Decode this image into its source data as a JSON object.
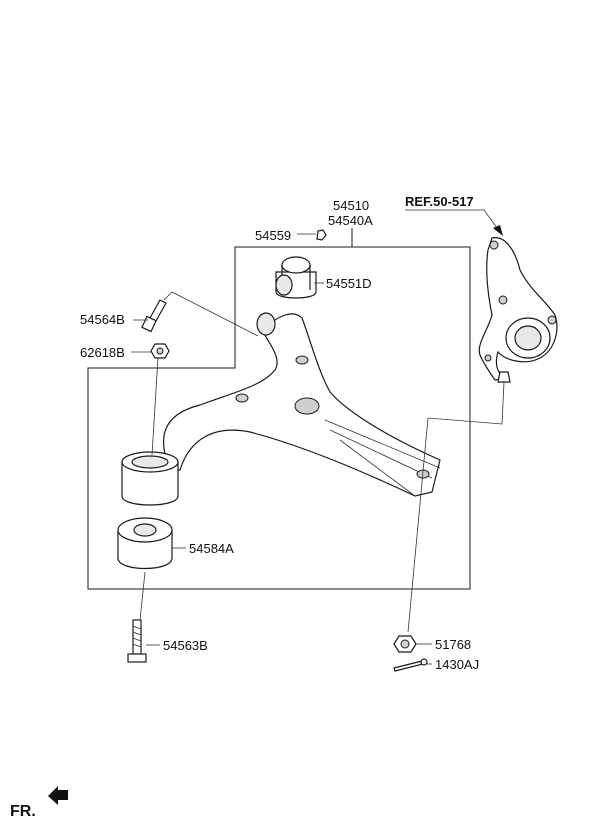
{
  "diagram": {
    "ref_label": "REF.50-517",
    "front_label": "FR.",
    "part_numbers": {
      "p54510": "54510",
      "p54540A": "54540A",
      "p54559": "54559",
      "p54551D": "54551D",
      "p54564B": "54564B",
      "p62618B": "62618B",
      "p54584A": "54584A",
      "p54563B": "54563B",
      "p51768": "51768",
      "p1430AJ": "1430AJ"
    }
  }
}
